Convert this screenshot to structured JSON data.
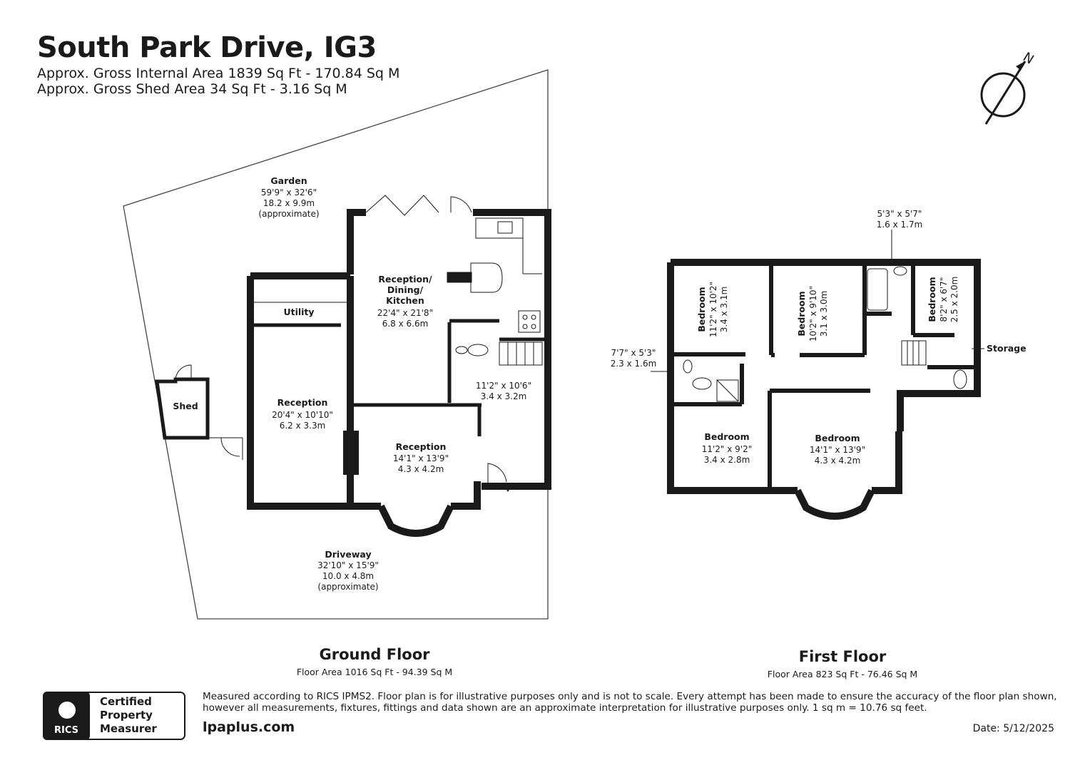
{
  "header": {
    "title": "South Park Drive, IG3",
    "gross_internal_area": "Approx. Gross Internal Area 1839 Sq Ft - 170.84 Sq M",
    "gross_shed_area": "Approx. Gross Shed Area 34 Sq Ft - 3.16 Sq M"
  },
  "compass": {
    "label": "N",
    "icon": "north-arrow-icon"
  },
  "ground_floor": {
    "name": "Ground Floor",
    "area": "Floor Area 1016 Sq Ft - 94.39 Sq M",
    "rooms": {
      "garden": {
        "name": "Garden",
        "dim_imperial": "59'9\" x 32'6\"",
        "dim_metric": "18.2 x 9.9m",
        "note": "(approximate)"
      },
      "kitchen": {
        "name_line1": "Reception/",
        "name_line2": "Dining/",
        "name_line3": "Kitchen",
        "dim_imperial": "22'4\" x 21'8\"",
        "dim_metric": "6.8 x 6.6m"
      },
      "utility": {
        "name": "Utility"
      },
      "reception_left": {
        "name": "Reception",
        "dim_imperial": "20'4\" x 10'10\"",
        "dim_metric": "6.2 x 3.3m"
      },
      "reception_bay": {
        "name": "Reception",
        "dim_imperial": "14'1\" x 13'9\"",
        "dim_metric": "4.3 x 4.2m"
      },
      "hall": {
        "dim_imperial": "11'2\" x 10'6\"",
        "dim_metric": "3.4 x 3.2m"
      },
      "shed": {
        "name": "Shed"
      },
      "driveway": {
        "name": "Driveway",
        "dim_imperial": "32'10\" x 15'9\"",
        "dim_metric": "10.0 x 4.8m",
        "note": "(approximate)"
      }
    }
  },
  "first_floor": {
    "name": "First Floor",
    "area": "Floor Area 823 Sq Ft - 76.46 Sq M",
    "rooms": {
      "bedroom1": {
        "name": "Bedroom",
        "dim_imperial": "11'2\" x 10'2\"",
        "dim_metric": "3.4 x 3.1m"
      },
      "bedroom2": {
        "name": "Bedroom",
        "dim_imperial": "10'2\" x 9'10\"",
        "dim_metric": "3.1 x 3.0m"
      },
      "bathroom": {
        "dim_imperial": "5'3\" x 5'7\"",
        "dim_metric": "1.6 x 1.7m"
      },
      "bedroom3": {
        "name": "Bedroom",
        "dim_imperial": "8'2\" x 6'7\"",
        "dim_metric": "2.5 x 2.0m"
      },
      "storage": {
        "name": "Storage"
      },
      "shower": {
        "dim_imperial": "7'7\" x 5'3\"",
        "dim_metric": "2.3 x 1.6m"
      },
      "bedroom4": {
        "name": "Bedroom",
        "dim_imperial": "11'2\" x 9'2\"",
        "dim_metric": "3.4 x 2.8m"
      },
      "bedroom5": {
        "name": "Bedroom",
        "dim_imperial": "14'1\" x 13'9\"",
        "dim_metric": "4.3 x 4.2m"
      }
    }
  },
  "footer": {
    "badge_logo": "RICS",
    "badge_line1": "Certified",
    "badge_line2": "Property",
    "badge_line3": "Measurer",
    "disclaimer": "Measured according to RICS IPMS2. Floor plan is for illustrative purposes only and is not to scale. Every attempt has been made to ensure the accuracy of the floor plan shown, however all measurements, fixtures, fittings and data shown are an approximate interpretation for illustrative purposes only. 1 sq m = 10.76 sq feet.",
    "website": "lpaplus.com",
    "date": "Date: 5/12/2025"
  },
  "colors": {
    "wall": "#1a1a1a",
    "background": "#ffffff",
    "line": "#444444"
  }
}
